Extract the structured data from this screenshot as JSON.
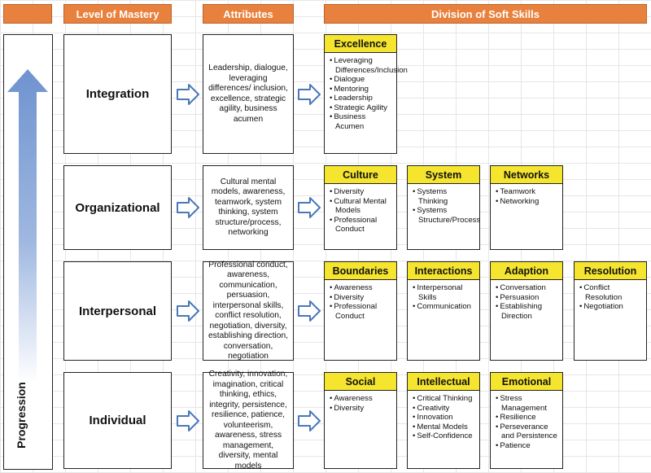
{
  "headers": {
    "level": "Level of Mastery",
    "attributes": "Attributes",
    "division": "Division of Soft Skills"
  },
  "progression_label": "Progression",
  "colors": {
    "header_orange": "#e8813d",
    "skill_yellow": "#f6e52f",
    "arrow_blue": "#4a78b8"
  },
  "rows": [
    {
      "level": "Integration",
      "attributes": "Leadership, dialogue, leveraging differences/ inclusion, excellence, strategic agility, business acumen",
      "skills": [
        {
          "title": "Excellence",
          "items": [
            "Leveraging Differences/Inclusion",
            "Dialogue",
            "Mentoring",
            "Leadership",
            "Strategic Agility",
            "Business Acumen"
          ]
        }
      ]
    },
    {
      "level": "Organizational",
      "attributes": "Cultural mental models, awareness, teamwork, system thinking, system structure/process, networking",
      "skills": [
        {
          "title": "Culture",
          "items": [
            "Diversity",
            "Cultural Mental Models",
            "Professional Conduct"
          ]
        },
        {
          "title": "System",
          "items": [
            "Systems Thinking",
            "Systems Structure/Process"
          ]
        },
        {
          "title": "Networks",
          "items": [
            "Teamwork",
            "Networking"
          ]
        }
      ]
    },
    {
      "level": "Interpersonal",
      "attributes": "Professional conduct, awareness, communication, persuasion, interpersonal skills, conflict resolution, negotiation, diversity, establishing direction, conversation, negotiation",
      "skills": [
        {
          "title": "Boundaries",
          "items": [
            "Awareness",
            "Diversity",
            "Professional Conduct"
          ]
        },
        {
          "title": "Interactions",
          "items": [
            "Interpersonal Skills",
            "Communication"
          ]
        },
        {
          "title": "Adaption",
          "items": [
            "Conversation",
            "Persuasion",
            "Establishing Direction"
          ]
        },
        {
          "title": "Resolution",
          "items": [
            "Conflict Resolution",
            "Negotiation"
          ]
        }
      ]
    },
    {
      "level": "Individual",
      "attributes": "Creativity, innovation, imagination, critical thinking, ethics, integrity, persistence, resilience, patience, volunteerism, awareness, stress management, diversity, mental models",
      "skills": [
        {
          "title": "Social",
          "items": [
            "Awareness",
            "Diversity"
          ]
        },
        {
          "title": "Intellectual",
          "items": [
            "Critical Thinking",
            "Creativity",
            "Innovation",
            "Mental Models",
            "Self-Confidence"
          ]
        },
        {
          "title": "Emotional",
          "items": [
            "Stress Management",
            "Resilience",
            "Perseverance and Persistence",
            "Patience"
          ]
        }
      ]
    }
  ]
}
